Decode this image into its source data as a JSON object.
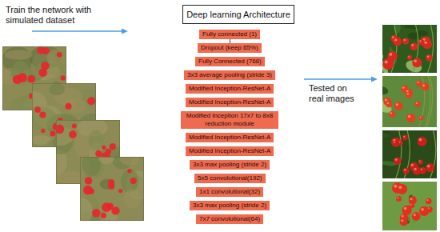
{
  "diagram": {
    "nodes": [
      {
        "text": [
          "Deep learning Architecture"
        ]
      },
      {
        "text": [
          "Fully connected (1)"
        ]
      },
      {
        "text": [
          "Dropout (keep 65%)"
        ]
      },
      {
        "text": [
          "Fully Connected (768)"
        ]
      },
      {
        "text": [
          "3x3 average pooling (stride 3)"
        ]
      },
      {
        "text": [
          "Modified Inception-ResNet-A"
        ]
      },
      {
        "text": [
          "Modified Inception-ResNet-A"
        ]
      },
      {
        "text": [
          "Modified Inception 17x7 to 8x8 reduction module"
        ]
      },
      {
        "text": [
          "Modified Inception-ResNet-A"
        ]
      },
      {
        "text": [
          "Modified Inception-ResNet-A"
        ]
      },
      {
        "text": [
          "3x3 max pooling (stride 2)"
        ]
      },
      {
        "text": [
          "5x5 convolutional(192)"
        ]
      },
      {
        "text": [
          "1x1 convolutional(32)"
        ]
      },
      {
        "text": [
          "3x3 max pooling (stride 2)"
        ]
      },
      {
        "text": [
          "7x7 convolutional(64)"
        ]
      }
    ],
    "edges": [
      {
        "from": 2,
        "to": 1,
        "arrow": "to"
      },
      {
        "from": 3,
        "to": 2,
        "arrow": "to"
      },
      {
        "from": 4,
        "to": 3,
        "arrow": "to"
      },
      {
        "from": 5,
        "to": 4,
        "arrow": "to"
      },
      {
        "from": 6,
        "to": 5,
        "arrow": "to"
      },
      {
        "from": 7,
        "to": 6,
        "arrow": "to"
      },
      {
        "from": 8,
        "to": 7,
        "arrow": "to"
      },
      {
        "from": 9,
        "to": 8,
        "arrow": "to"
      },
      {
        "from": 10,
        "to": 9,
        "arrow": "to"
      },
      {
        "from": 11,
        "to": 10,
        "arrow": "to"
      },
      {
        "from": 12,
        "to": 11,
        "arrow": "to"
      },
      {
        "from": 13,
        "to": 12,
        "arrow": "to"
      },
      {
        "from": 14,
        "to": 13,
        "arrow": "to"
      }
    ],
    "labels": [
      "Train the network with simulated dataset",
      "Tested on real images"
    ]
  }
}
